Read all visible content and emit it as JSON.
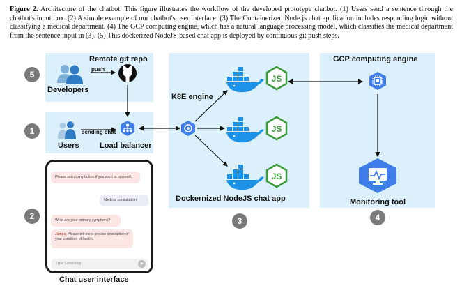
{
  "caption": {
    "figure_label": "Figure 2.",
    "text": "Architecture of the chatbot. This figure illustrates the workflow of the developed prototype chatbot. (1) Users send a sentence through the chatbot's input box. (2) A simple example of our chatbot's user interface. (3) The Containerized Node js chat application includes responding logic without classifying a medical department. (4) The GCP computing engine, which has a natural language processing model, which classifies the medical department from the sentence input in (3). (5) This dockerized NodeJS-based chat app is deployed by continuous git push steps."
  },
  "labels": {
    "remote_git_repo": "Remote git repo",
    "push": "push",
    "developers": "Developers",
    "sending_chat": "sending chat",
    "users": "Users",
    "load_balancer": "Load balancer",
    "k8e_engine": "K8E engine",
    "dockerized_app": "Dockernized NodeJS chat app",
    "gcp_engine": "GCP computing engine",
    "monitoring_tool": "Monitoring tool",
    "chat_ui": "Chat user interface"
  },
  "steps": {
    "one": "1",
    "two": "2",
    "three": "3",
    "four": "4",
    "five": "5"
  },
  "chat": {
    "msg1": "Please select any button if you want to proceed.",
    "msg2": "Medical consultation",
    "msg3": "What are your primary symptoms?",
    "msg4_name": "James",
    "msg4": ", Please tell me a precise description of your condition of health.",
    "input_placeholder": "Type Something",
    "send_icon": "➤"
  },
  "colors": {
    "panel": "#dcf0fb",
    "docker_blue": "#1d91e6",
    "node_green": "#3a9b3a",
    "gcp_blue": "#3f7ee8",
    "circle_gray": "#7a7a7a"
  }
}
